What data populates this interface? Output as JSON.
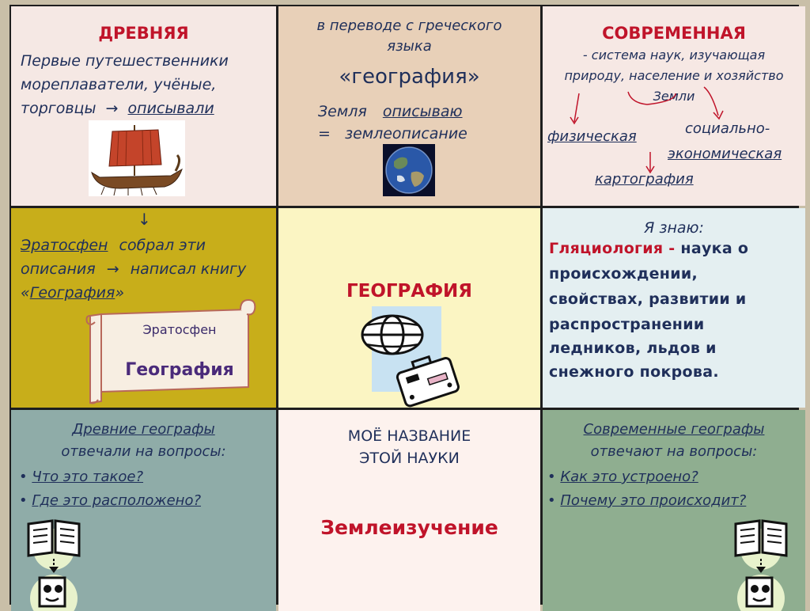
{
  "ancient": {
    "title": "ДРЕВНЯЯ",
    "line1": "Первые путешественники",
    "line2": "мореплаватели, учёные,",
    "line3_a": "торговцы",
    "line3_b": "описывали"
  },
  "translation": {
    "line1": "в переводе с греческого",
    "line2": "языка",
    "word": "«география»",
    "earth": "Земля",
    "describe": "описываю",
    "equals": "=",
    "result": "землеописание"
  },
  "modern": {
    "title": "СОВРЕМЕННАЯ",
    "def1": "- система наук, изучающая",
    "def2": "природу, население и хозяйство",
    "def3": "Земли",
    "branch_physical": "физическая",
    "branch_social1": "социально-",
    "branch_social2": "экономическая",
    "branch_carto": "картография"
  },
  "eratosthenes": {
    "name": "Эратосфен",
    "text1": "собрал эти",
    "text2": "описания",
    "text3": "написал книгу",
    "book_quote_open": "«",
    "book": "География",
    "book_quote_close": "»",
    "scroll_author": "Эратосфен",
    "scroll_title": "География"
  },
  "center": {
    "title": "ГЕОГРАФИЯ"
  },
  "know": {
    "head": "Я знаю:",
    "term": "Гляциология",
    "dash": " - ",
    "rest1": "наука о",
    "rest2": "происхождении,",
    "rest3": "свойствах, развитии и",
    "rest4": "распространении",
    "rest5": "ледников, льдов и",
    "rest6": "снежного покрова."
  },
  "ancient_q": {
    "head1": "Древние географы",
    "head2": "отвечали на вопросы:",
    "q1": "Что это такое?",
    "q2": "Где это расположено?"
  },
  "name_cell": {
    "line1": "МОЁ НАЗВАНИЕ",
    "line2": "ЭТОЙ НАУКИ",
    "answer": "Землеизучение"
  },
  "modern_q": {
    "head1": "Современные географы",
    "head2": "отвечают на вопросы:",
    "q1": "Как это устроено?",
    "q2": "Почему это происходит?"
  },
  "colors": {
    "accent_red": "#c0142a",
    "text_navy": "#1f2f5a",
    "olive": "#c8ae1a"
  }
}
